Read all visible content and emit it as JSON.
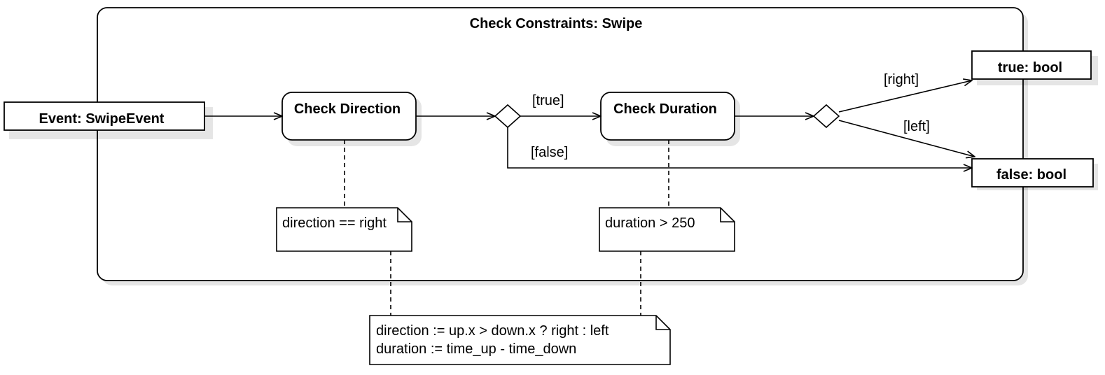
{
  "diagram": {
    "frame": {
      "title": "Check Constraints: Swipe"
    },
    "pins": {
      "input": "Event: SwipeEvent",
      "output_true": "true: bool",
      "output_false": "false: bool"
    },
    "actions": {
      "check_direction": "Check Direction",
      "check_duration": "Check Duration"
    },
    "guards": {
      "true": "[true]",
      "false": "[false]",
      "right": "[right]",
      "left": "[left]"
    },
    "notes": {
      "direction": "direction == right",
      "duration": "duration > 250",
      "definitions": [
        "direction := up.x > down.x ? right : left",
        "duration := time_up - time_down"
      ]
    }
  }
}
